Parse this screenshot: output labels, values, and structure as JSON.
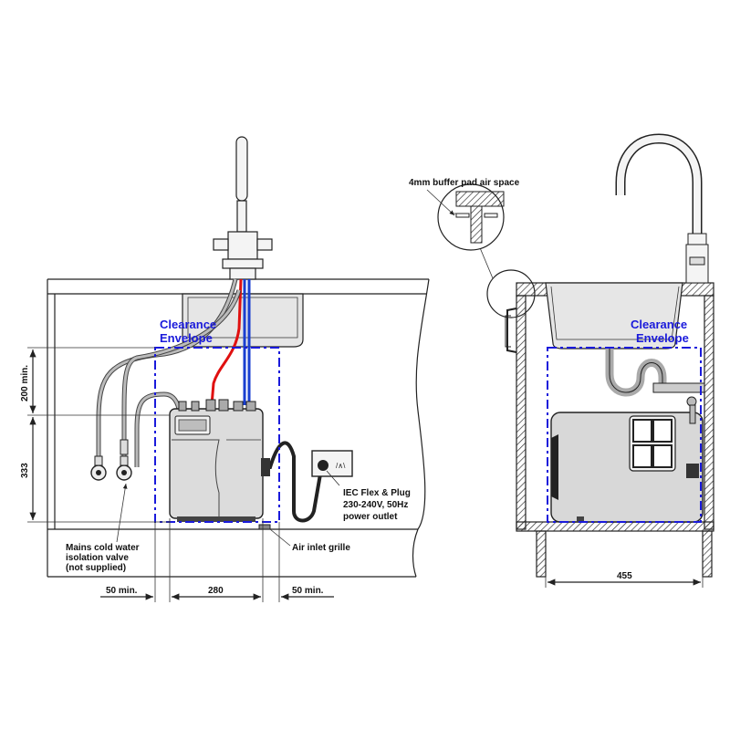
{
  "colors": {
    "clearance": "#1a1adb",
    "hot_pipe": "#e01010",
    "cold_pipe": "#1a3fd0",
    "line": "#222222",
    "sink": "#e2e2e2",
    "unit": "#d9d9d9"
  },
  "left_view": {
    "clearance_label_line1": "Clearance",
    "clearance_label_line2": "Envelope",
    "dim_vertical_top": "200 min.",
    "dim_vertical_bottom": "333",
    "dim_left_gap": "50 min.",
    "dim_unit_width": "280",
    "dim_right_gap": "50 min.",
    "valve_label_line1": "Mains cold water",
    "valve_label_line2": "isolation valve",
    "valve_label_line3": "(not supplied)",
    "power_label_line1": "IEC Flex & Plug",
    "power_label_line2": "230-240V, 50Hz",
    "power_label_line3": "power outlet",
    "grille_label": "Air inlet grille"
  },
  "right_view": {
    "buffer_label": "4mm buffer pad air space",
    "clearance_label_line1": "Clearance",
    "clearance_label_line2": "Envelope",
    "dim_depth": "455"
  }
}
